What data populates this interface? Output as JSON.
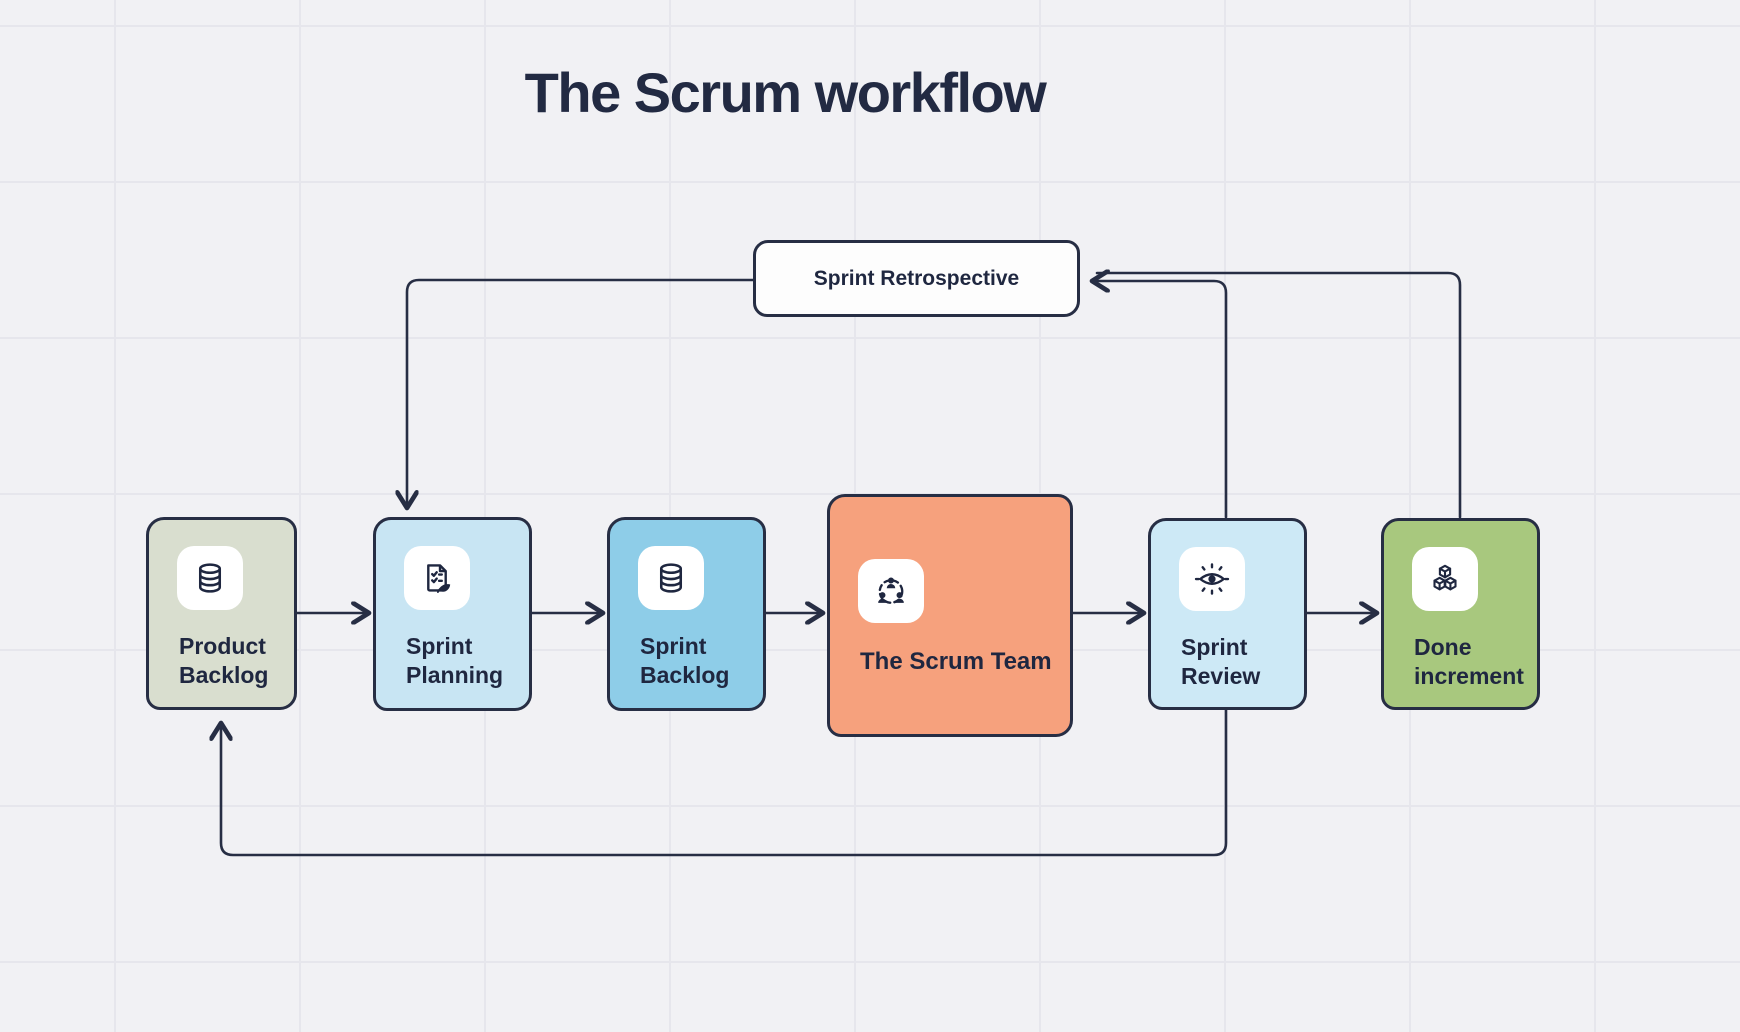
{
  "title": "The Scrum workflow",
  "colors": {
    "background": "#f1f1f4",
    "grid_line": "#e6e6ec",
    "stroke": "#272e44",
    "text": "#1f2740"
  },
  "nodes": [
    {
      "id": "product-backlog",
      "label": "Product Backlog",
      "icon": "database-icon",
      "fill": "#d9decf"
    },
    {
      "id": "sprint-planning",
      "label": "Sprint Planning",
      "icon": "checklist-document-icon",
      "fill": "#c8e5f3"
    },
    {
      "id": "sprint-backlog",
      "label": "Sprint Backlog",
      "icon": "database-icon",
      "fill": "#8ecde8"
    },
    {
      "id": "scrum-team",
      "label": "The Scrum Team",
      "icon": "team-circle-icon",
      "fill": "#f6a17d"
    },
    {
      "id": "sprint-review",
      "label": "Sprint Review",
      "icon": "eye-icon",
      "fill": "#cde9f6"
    },
    {
      "id": "done-increment",
      "label": "Done increment",
      "icon": "cubes-icon",
      "fill": "#a8c87e"
    }
  ],
  "retrospective": {
    "label": "Sprint Retrospective",
    "fill": "#fdfdfd"
  },
  "edges": [
    {
      "from": "product-backlog",
      "to": "sprint-planning"
    },
    {
      "from": "sprint-planning",
      "to": "sprint-backlog"
    },
    {
      "from": "sprint-backlog",
      "to": "scrum-team"
    },
    {
      "from": "scrum-team",
      "to": "sprint-review"
    },
    {
      "from": "sprint-review",
      "to": "done-increment"
    },
    {
      "from": "sprint-review",
      "to": "sprint-retrospective"
    },
    {
      "from": "done-increment",
      "to": "sprint-retrospective"
    },
    {
      "from": "sprint-retrospective",
      "to": "sprint-planning"
    },
    {
      "from": "sprint-review",
      "to": "product-backlog"
    }
  ]
}
